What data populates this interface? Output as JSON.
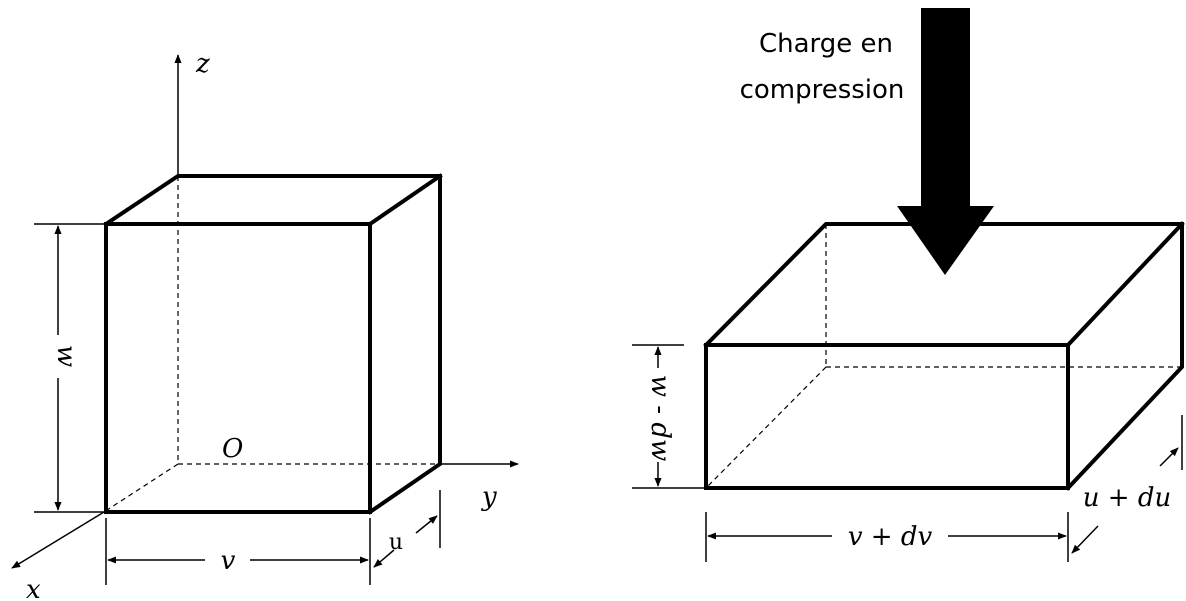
{
  "labels": {
    "axis_z": "z",
    "axis_y": "y",
    "axis_x": "x",
    "origin": "O",
    "dim_w": "w",
    "dim_v": "v",
    "dim_u": "u",
    "dim_w_dw": "w - dw",
    "dim_v_dv": "v + dv",
    "dim_u_du": "u + du",
    "load_line1": "Charge en",
    "load_line2": "compression"
  },
  "colors": {
    "stroke": "#000000",
    "background": "#ffffff"
  }
}
